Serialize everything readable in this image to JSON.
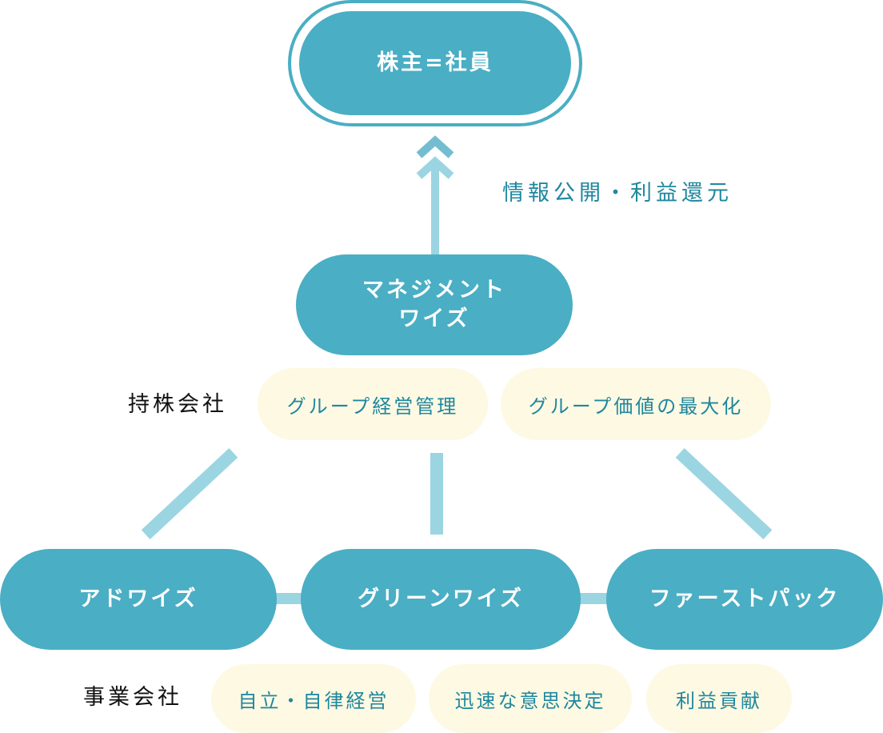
{
  "top": {
    "label": "株主=社員"
  },
  "arrow_caption": "情報公開・利益還元",
  "holding": {
    "node_line1": "マネジメント",
    "node_line2": "ワイズ",
    "category_label": "持株会社",
    "roles": [
      "グループ経営管理",
      "グループ価値の最大化"
    ]
  },
  "operating": {
    "category_label": "事業会社",
    "companies": [
      "アドワイズ",
      "グリーンワイズ",
      "ファーストパック"
    ],
    "roles": [
      "自立・自律経営",
      "迅速な意思決定",
      "利益貢献"
    ]
  },
  "colors": {
    "node_fill": "#4aaec4",
    "connector": "#9bd5e2",
    "tag_fill": "#fdf9e3",
    "caption_text": "#1f879e"
  }
}
